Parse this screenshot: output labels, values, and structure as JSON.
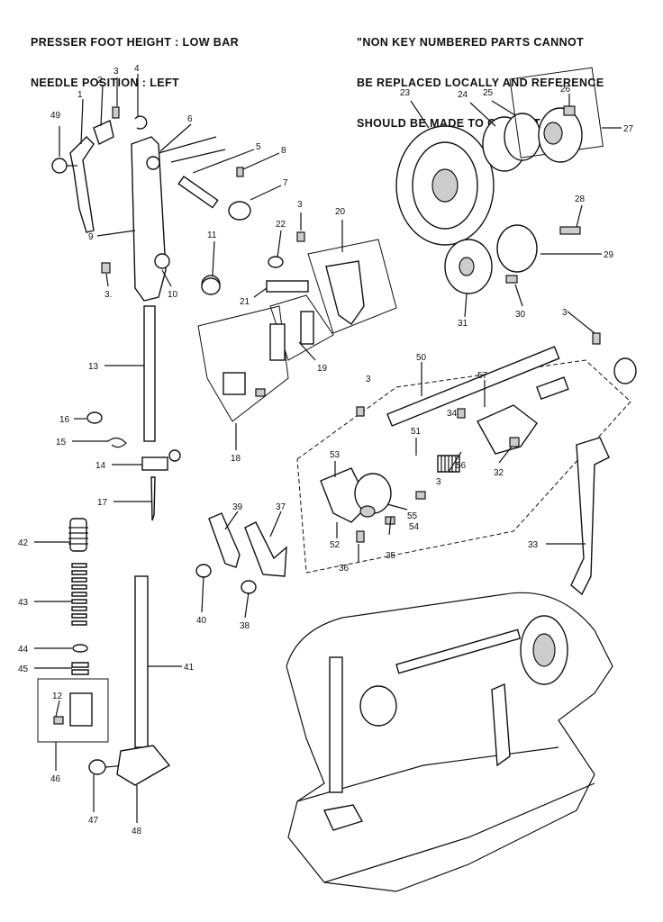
{
  "header": {
    "left_line1": "PRESSER FOOT HEIGHT : LOW BAR",
    "left_line2": "NEEDLE POSITION : LEFT",
    "right_line1": "\"NON KEY NUMBERED PARTS CANNOT",
    "right_line2": "BE REPLACED LOCALLY AND REFERENCE",
    "right_line3": "SHOULD BE MADE TO CODE NT.\""
  },
  "labels": {
    "p1": "1",
    "p2": "2",
    "p3a": "3",
    "p4": "4",
    "p5": "5",
    "p6": "6",
    "p7": "7",
    "p8": "8",
    "p9": "9",
    "p10": "10",
    "p11": "11",
    "p3b": "3.",
    "p12": "12",
    "p13": "13",
    "p14": "14",
    "p15": "15",
    "p16": "16",
    "p17": "17",
    "p18": "18",
    "p19": "19",
    "p20": "20",
    "p21": "21",
    "p22": "22",
    "p3c": "3",
    "p23": "23",
    "p24": "24",
    "p25": "25",
    "p26": "26",
    "p27": "27",
    "p28": "28",
    "p29": "29",
    "p30": "30",
    "p31": "31",
    "p3d": "3",
    "p32": "32",
    "p33": "33",
    "p34": "34",
    "p35": "35",
    "p36": "36",
    "p37": "37",
    "p38": "38",
    "p39": "39",
    "p40": "40",
    "p41": "41",
    "p42": "42",
    "p43": "43",
    "p44": "44",
    "p45": "45",
    "p46": "46",
    "p47": "47",
    "p48": "48",
    "p50": "50",
    "p51": "51",
    "p52": "52",
    "p53": "53",
    "p54": "54",
    "p55": "55",
    "p56": "56",
    "p57": "57",
    "p3e": "3",
    "p3f": "3",
    "p49": "49"
  }
}
